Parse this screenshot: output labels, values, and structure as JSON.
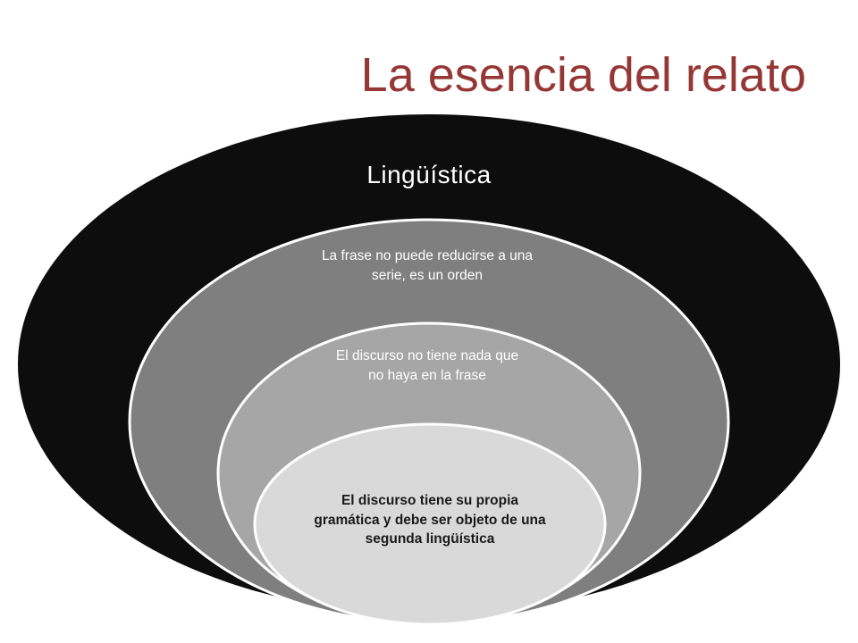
{
  "slide": {
    "title": "La esencia del relato"
  },
  "diagram": {
    "type": "nested-ovals",
    "layers": [
      {
        "label": "Lingüística",
        "fill": "#0d0d0d",
        "text_color": "#ffffff"
      },
      {
        "label": "La frase no puede reducirse a una serie, es un orden",
        "fill": "#7f7f7f",
        "text_color": "#ffffff"
      },
      {
        "label": "El discurso no tiene nada que no haya en la frase",
        "fill": "#a6a6a6",
        "text_color": "#ffffff"
      },
      {
        "label": "El discurso tiene su propia gramática y debe ser objeto de una segunda lingüística",
        "fill": "#d9d9d9",
        "text_color": "#1a1a1a"
      }
    ],
    "colors": {
      "title": "#953735",
      "outline": "#ffffff"
    }
  }
}
